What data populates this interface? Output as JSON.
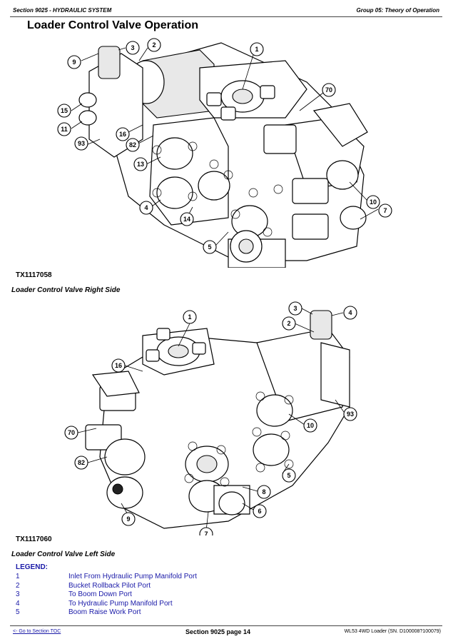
{
  "header": {
    "section": "Section 9025 - HYDRAULIC SYSTEM",
    "group": "Group 05: Theory of Operation"
  },
  "page_title": "Loader Control Valve Operation",
  "figure1": {
    "id": "TX1117058",
    "caption": "Loader Control Valve Right Side",
    "callouts": [
      "1",
      "2",
      "3",
      "4",
      "5",
      "7",
      "9",
      "10",
      "11",
      "13",
      "14",
      "15",
      "16",
      "70",
      "82",
      "93"
    ]
  },
  "figure2": {
    "id": "TX1117060",
    "caption": "Loader Control Valve Left Side",
    "callouts": [
      "1",
      "2",
      "3",
      "4",
      "5",
      "6",
      "7",
      "8",
      "9",
      "10",
      "16",
      "70",
      "82",
      "93"
    ]
  },
  "legend": {
    "title": "LEGEND:",
    "items": [
      {
        "num": "1",
        "text": "Inlet From Hydraulic Pump Manifold Port"
      },
      {
        "num": "2",
        "text": "Bucket Rollback Pilot Port"
      },
      {
        "num": "3",
        "text": "To Boom Down Port"
      },
      {
        "num": "4",
        "text": "To Hydraulic Pump Manifold Port"
      },
      {
        "num": "5",
        "text": "Boom Raise Work Port"
      }
    ]
  },
  "footer": {
    "toc_link": "<- Go to Section TOC",
    "page": "Section 9025 page 14",
    "model": "WL53 4WD Loader (SN. D100008?100079)"
  }
}
